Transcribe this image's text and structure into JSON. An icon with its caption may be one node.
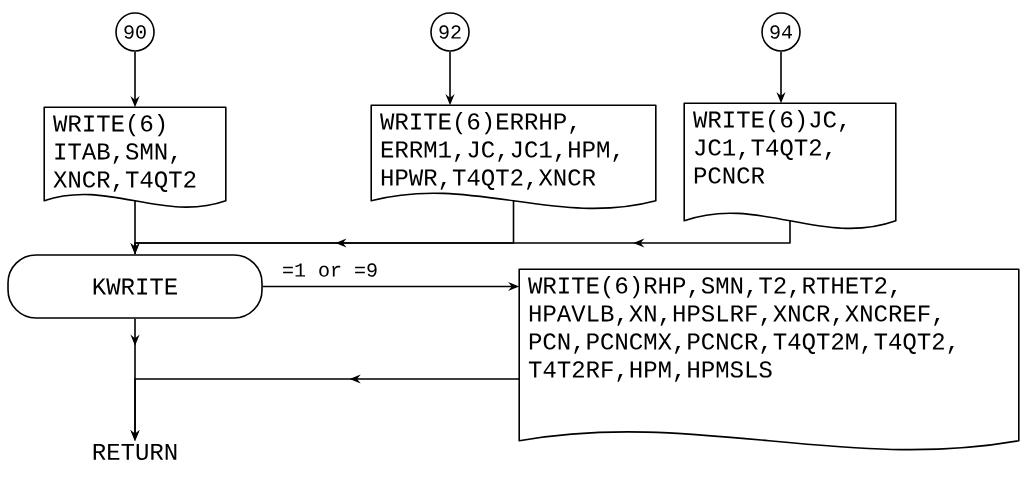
{
  "diagram": {
    "nodes": [
      {
        "text": [
          "90"
        ]
      },
      {
        "text": [
          "92"
        ]
      },
      {
        "text": [
          "94"
        ]
      },
      {
        "text": [
          "WRITE(6) ITAB,SMN, XNCR,T4QT2"
        ]
      },
      {
        "text": [
          "WRITE(6)ERRHP, ERRM1,JC,JC1,HPM, HPWR,T4QT2,XNCR"
        ]
      },
      {
        "text": [
          "WRITE(6)JC, JC1,T4QT2, PCNCR"
        ]
      },
      {
        "text": [
          "KWRITE"
        ]
      },
      {
        "text": [
          "WRITE(6)RHP,SMN,T2,RTHET2, HPAVLB,XN,HPSLRF,XNCR,XNCREF, PCN,PCNCMX,PCNCR,T4QT2M,T4QT2, T4T2RF,HPM,HPMSLS"
        ]
      },
      {
        "text": [
          "RETURN"
        ]
      }
    ],
    "edges": [
      {
        "from": 0,
        "to": 3,
        "arrow": "to"
      },
      {
        "from": 1,
        "to": 4,
        "arrow": "to"
      },
      {
        "from": 2,
        "to": 5,
        "arrow": "to"
      },
      {
        "from": 3,
        "to": 6,
        "arrow": "none"
      },
      {
        "from": 4,
        "to": 6,
        "arrow": "to"
      },
      {
        "from": 5,
        "to": 6,
        "arrow": "to"
      },
      {
        "from": 6,
        "to": 7,
        "label": "=1 or =9",
        "arrow": "to"
      },
      {
        "from": 6,
        "to": 8,
        "arrow": "to"
      },
      {
        "from": 7,
        "to": 8,
        "arrow": "to"
      }
    ]
  }
}
